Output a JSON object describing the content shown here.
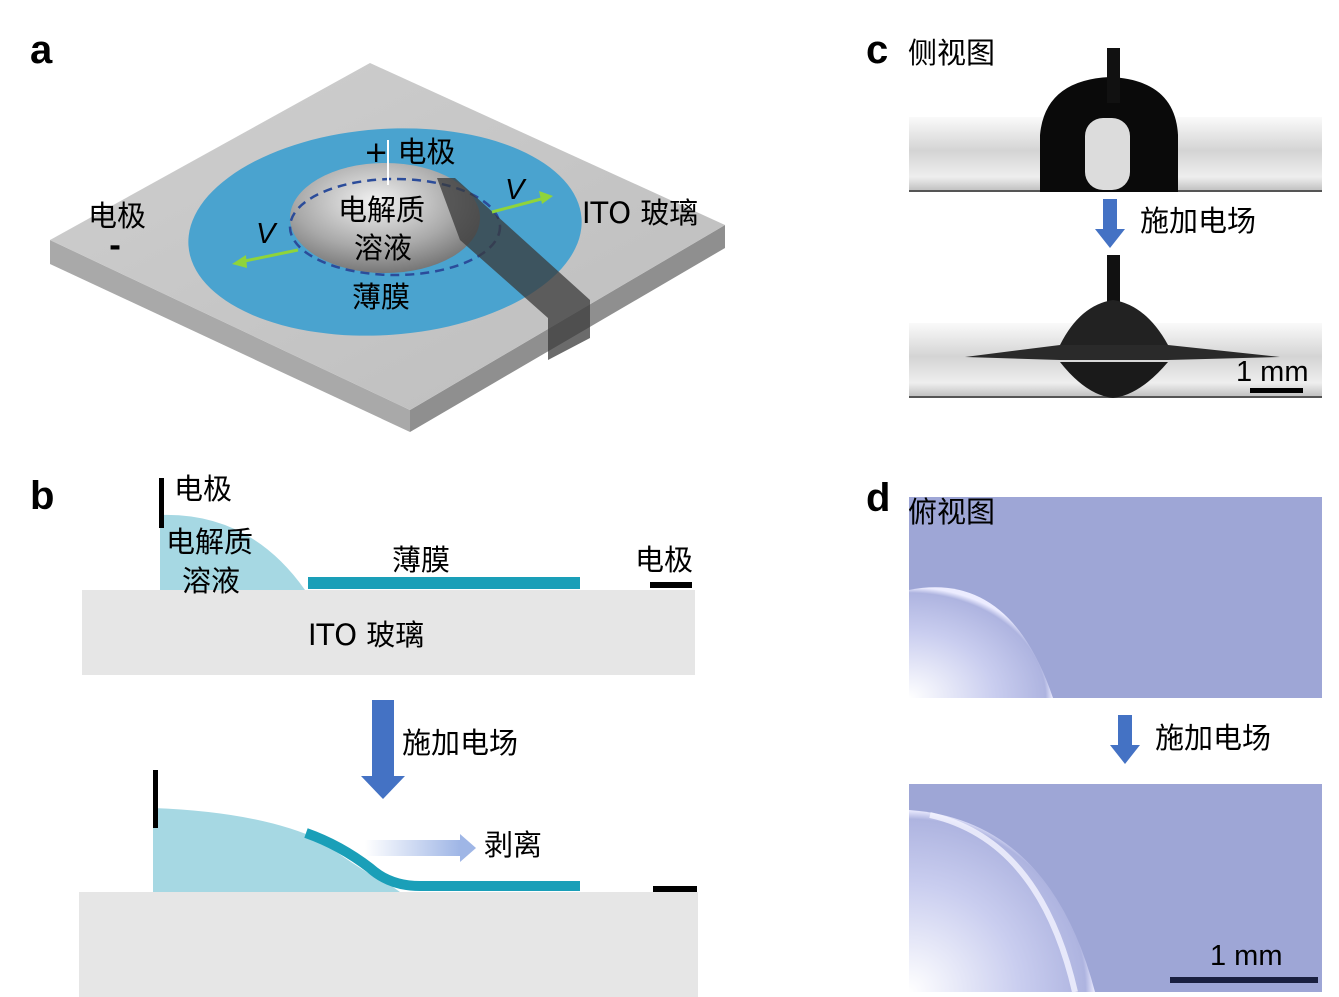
{
  "panels": {
    "a": {
      "label": "a",
      "plus_electrode": "+ 电极",
      "minus_electrode": "电极",
      "minus_sign": "-",
      "velocity_left": "V",
      "velocity_right": "V",
      "solution_line1": "电解质",
      "solution_line2": "溶液",
      "film": "薄膜",
      "substrate": "ITO 玻璃"
    },
    "b": {
      "label": "b",
      "electrode_left": "电极",
      "solution_line1": "电解质",
      "solution_line2": "溶液",
      "film": "薄膜",
      "electrode_right": "电极",
      "substrate": "ITO 玻璃",
      "apply_field": "施加电场",
      "peel": "剥离"
    },
    "c": {
      "label": "c",
      "title": "侧视图",
      "apply_field": "施加电场",
      "scale_bar": "1 mm"
    },
    "d": {
      "label": "d",
      "title": "俯视图",
      "apply_field": "施加电场",
      "scale_bar": "1 mm"
    }
  },
  "colors": {
    "film_blue": "#1a9fb8",
    "solution_blue": "#a6d8e3",
    "arrow_blue": "#4472c4",
    "glass_gray": "#e6e6e6",
    "velocity_green": "#8fd43a",
    "topview_bg": "#9ea6d6"
  }
}
